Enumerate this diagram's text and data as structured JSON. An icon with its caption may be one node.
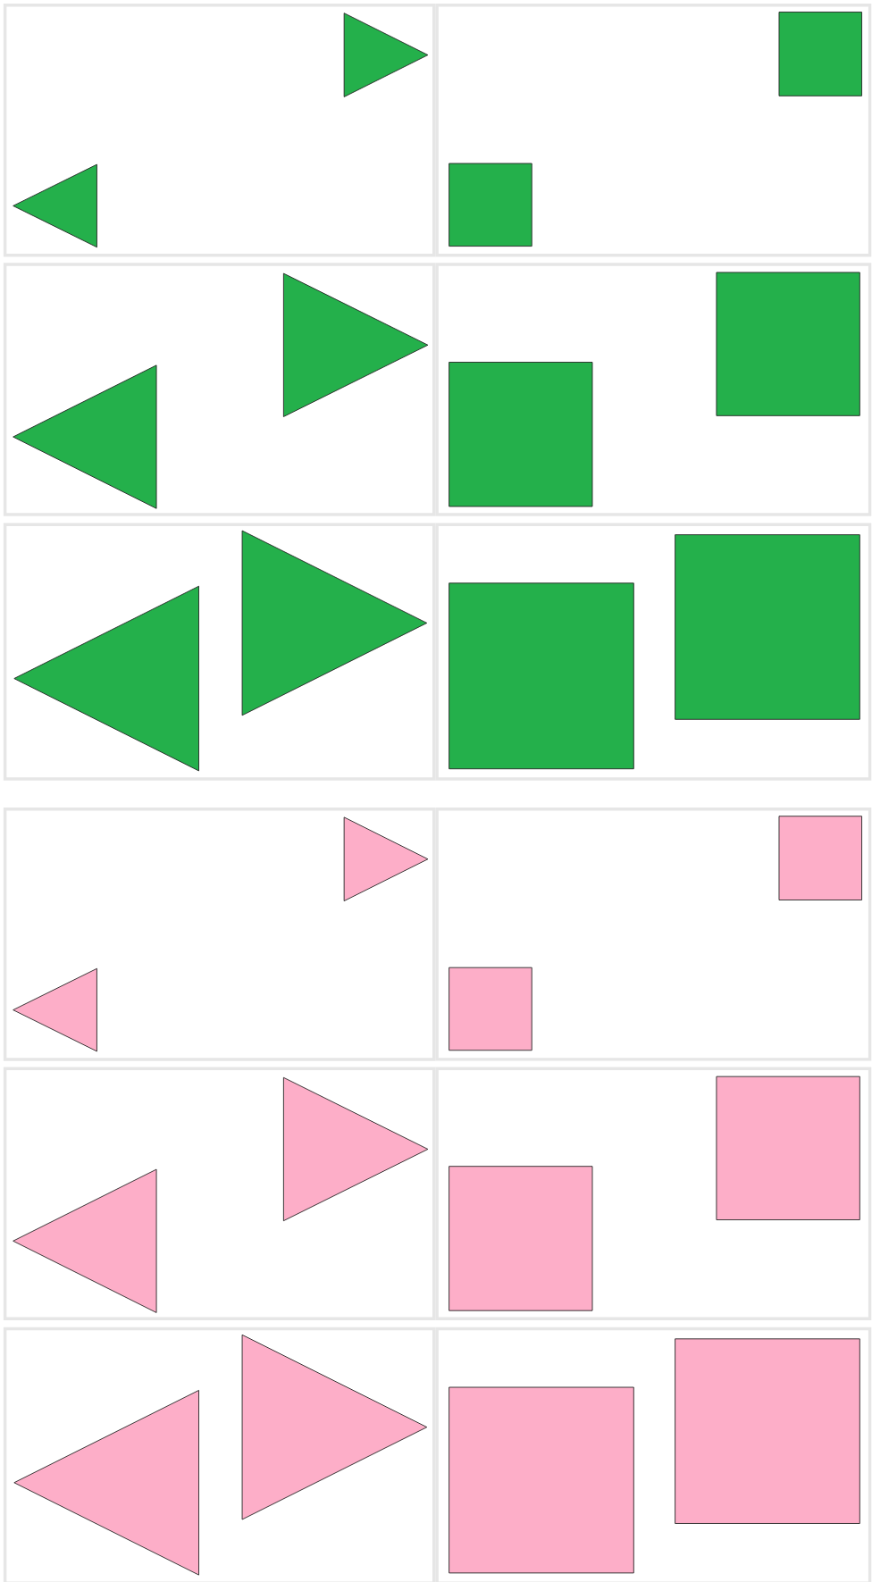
{
  "diagram": {
    "nodes": [
      {
        "text": [],
        "shape": "box"
      },
      {
        "text": [],
        "shape": "triangle",
        "in": 0
      },
      {
        "text": [],
        "shape": "triangle",
        "in": 0
      },
      {
        "text": [],
        "shape": "box"
      },
      {
        "text": [],
        "shape": "square",
        "in": 3
      },
      {
        "text": [],
        "shape": "square",
        "in": 3
      },
      {
        "text": [],
        "shape": "box"
      },
      {
        "text": [],
        "shape": "triangle",
        "in": 6
      },
      {
        "text": [],
        "shape": "triangle",
        "in": 6
      },
      {
        "text": [],
        "shape": "box"
      },
      {
        "text": [],
        "shape": "square",
        "in": 9
      },
      {
        "text": [],
        "shape": "square",
        "in": 9
      },
      {
        "text": [],
        "shape": "box"
      },
      {
        "text": [],
        "shape": "triangle",
        "in": 12
      },
      {
        "text": [],
        "shape": "triangle",
        "in": 12
      },
      {
        "text": [],
        "shape": "box"
      },
      {
        "text": [],
        "shape": "square",
        "in": 15
      },
      {
        "text": [],
        "shape": "square",
        "in": 15
      },
      {
        "text": [],
        "shape": "box"
      },
      {
        "text": [],
        "shape": "triangle",
        "in": 18
      },
      {
        "text": [],
        "shape": "triangle",
        "in": 18
      },
      {
        "text": [],
        "shape": "box"
      },
      {
        "text": [],
        "shape": "square",
        "in": 21
      },
      {
        "text": [],
        "shape": "square",
        "in": 21
      },
      {
        "text": [],
        "shape": "box"
      },
      {
        "text": [],
        "shape": "triangle",
        "in": 24
      },
      {
        "text": [],
        "shape": "triangle",
        "in": 24
      },
      {
        "text": [],
        "shape": "box"
      },
      {
        "text": [],
        "shape": "square",
        "in": 27
      },
      {
        "text": [],
        "shape": "square",
        "in": 27
      },
      {
        "text": [],
        "shape": "box"
      },
      {
        "text": [],
        "shape": "triangle",
        "in": 30
      },
      {
        "text": [],
        "shape": "triangle",
        "in": 30
      },
      {
        "text": [],
        "shape": "box"
      },
      {
        "text": [],
        "shape": "square",
        "in": 33
      },
      {
        "text": [],
        "shape": "square",
        "in": 33
      }
    ]
  }
}
